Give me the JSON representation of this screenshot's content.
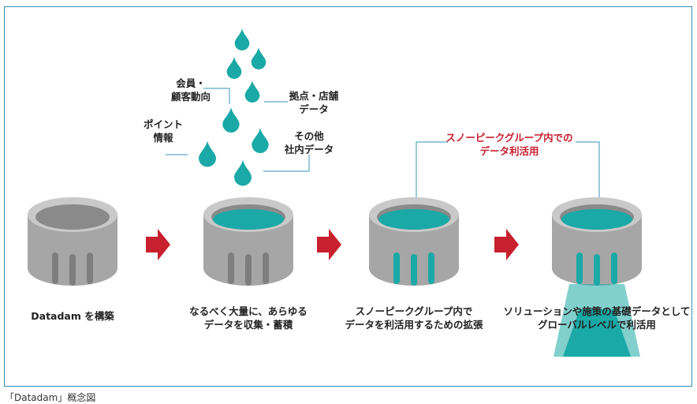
{
  "diagram": {
    "labels": {
      "member": [
        "会員・",
        "顧客動向"
      ],
      "point": [
        "ポイント",
        "情報"
      ],
      "store": [
        "拠点・店舗",
        "データ"
      ],
      "other": [
        "その他",
        "社内データ"
      ],
      "group_use": [
        "スノーピークグループ内での",
        "データ利活用"
      ]
    },
    "steps": [
      {
        "caption": [
          "Datadam を構築"
        ]
      },
      {
        "caption": [
          "なるべく大量に、あらゆる",
          "データを収集・蓄積"
        ]
      },
      {
        "caption": [
          "スノーピークグループ内で",
          "データを利活用するための拡張"
        ]
      },
      {
        "caption": [
          "ソリューションや施策の基礎データとして",
          "グローバルレベルで利活用"
        ]
      }
    ],
    "colors": {
      "teal": "#1aa9a6",
      "gray": "#a6a6a6",
      "arrow": "#c8202f",
      "line": "#5aa9c6"
    }
  },
  "caption": "「Datadam」概念図"
}
